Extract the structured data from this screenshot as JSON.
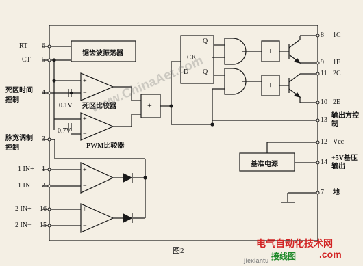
{
  "figure_caption": "图2",
  "blocks": {
    "oscillator": "锯齿波振荡器",
    "dead_time_comparator": "死区比较器",
    "pwm_comparator": "PWM比较器",
    "reference": "基准电源",
    "flipflop_clock": "CK",
    "flipflop_q": "Q",
    "flipflop_d": "D",
    "flipflop_qbar": "Q",
    "or_gate": "+",
    "plus_sign": "+",
    "minus_sign": "−"
  },
  "pins_left": [
    {
      "num": "6",
      "label": "RT"
    },
    {
      "num": "5",
      "label": "CT"
    },
    {
      "num": "4",
      "label": "死区时间控制"
    },
    {
      "num": "3",
      "label": "脉宽调制控制"
    },
    {
      "num": "1",
      "label": "1 IN+"
    },
    {
      "num": "2",
      "label": "1 IN−"
    },
    {
      "num": "16",
      "label": "2 IN+"
    },
    {
      "num": "15",
      "label": "2 IN−"
    }
  ],
  "pins_right": [
    {
      "num": "8",
      "label": "1C"
    },
    {
      "num": "9",
      "label": "1E"
    },
    {
      "num": "11",
      "label": "2C"
    },
    {
      "num": "10",
      "label": "2E"
    },
    {
      "num": "13",
      "label": "输出方控制"
    },
    {
      "num": "12",
      "label": "Vcc"
    },
    {
      "num": "14",
      "label": "+5V基压输出"
    },
    {
      "num": "7",
      "label": "地"
    }
  ],
  "voltages": {
    "v1": "0.1V",
    "v2": "0.7V"
  },
  "watermarks": {
    "center": "www.ChinaAet.com",
    "bottom_cn": "电气自动化技术网",
    "bottom_jx": "接线图",
    "bottom_com": ".com",
    "bottom_url": "jiexiantu"
  }
}
